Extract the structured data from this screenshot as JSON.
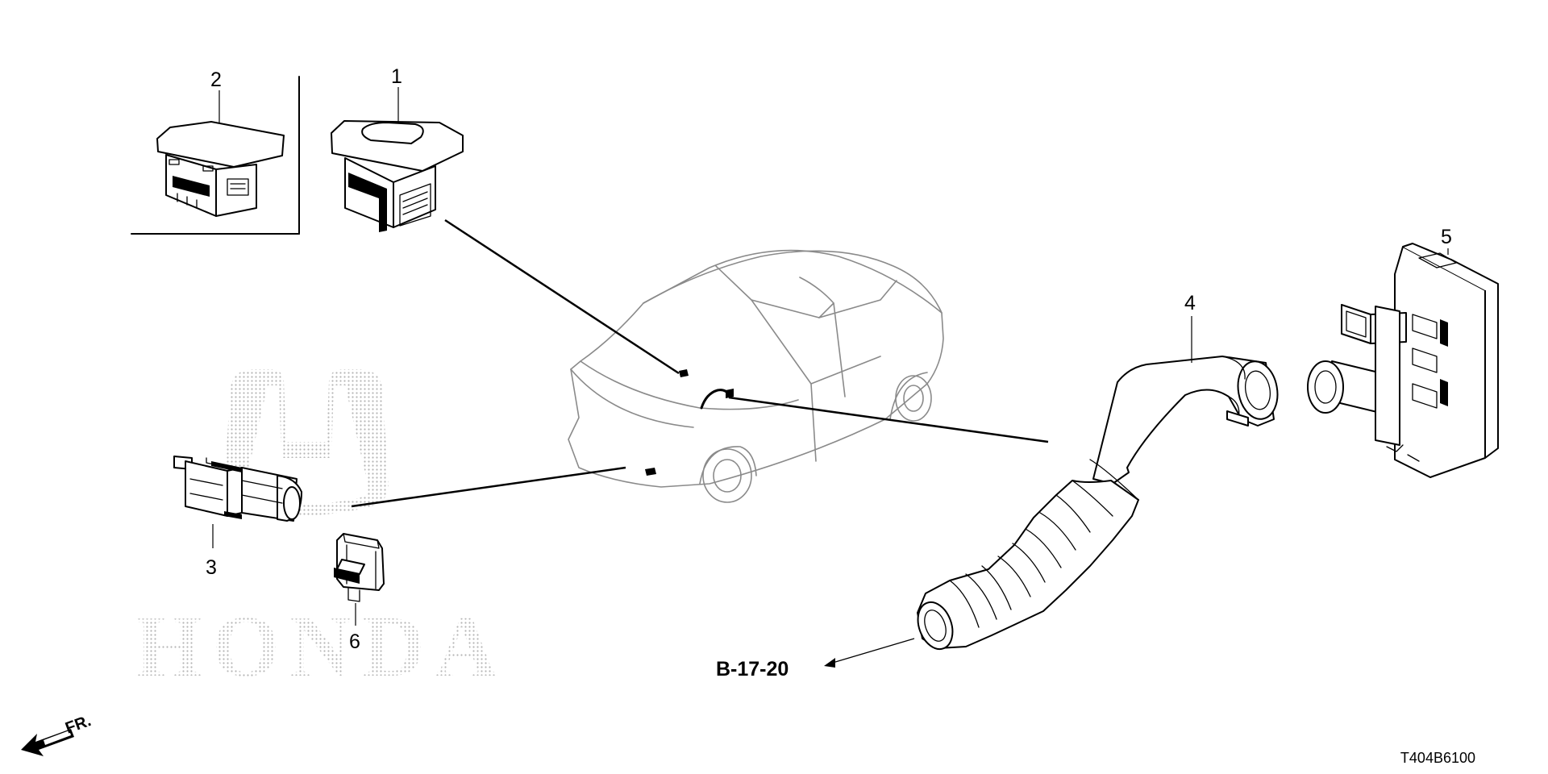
{
  "parts": [
    {
      "number": "1"
    },
    {
      "number": "2"
    },
    {
      "number": "3"
    },
    {
      "number": "4"
    },
    {
      "number": "5"
    },
    {
      "number": "6"
    }
  ],
  "reference": {
    "label": "B-17-20"
  },
  "front_indicator": {
    "label": "FR."
  },
  "diagram_code": "T404B6100",
  "watermark": {
    "brand": "HONDA"
  },
  "colors": {
    "line": "#000000",
    "car_outline": "#8a8a8a",
    "watermark_dots": "#b5b5b5"
  }
}
